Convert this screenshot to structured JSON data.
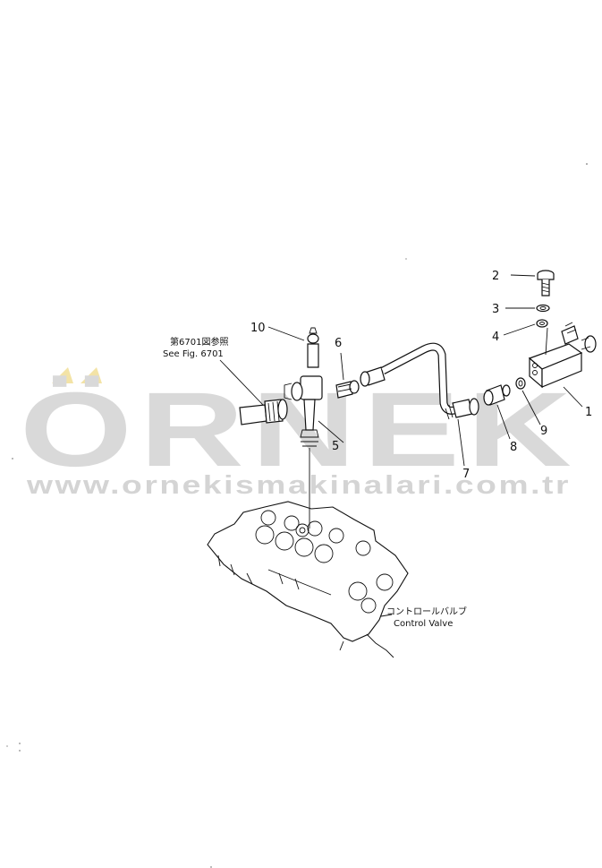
{
  "watermark": {
    "logo_text": "ÖRNEK",
    "url_text": "www.ornekismakinalari.com.tr",
    "logo_color": "#d9d9d9",
    "accent_color": "#f3e3a6"
  },
  "references": {
    "fig_ref_jp": "第6701図参照",
    "fig_ref_en": "See Fig. 6701",
    "control_valve_jp": "コントロールバルブ",
    "control_valve_en": "Control Valve"
  },
  "callouts": {
    "c1": "1",
    "c2": "2",
    "c3": "3",
    "c4": "4",
    "c5": "5",
    "c6": "6",
    "c7": "7",
    "c8": "8",
    "c9": "9",
    "c10": "10"
  }
}
